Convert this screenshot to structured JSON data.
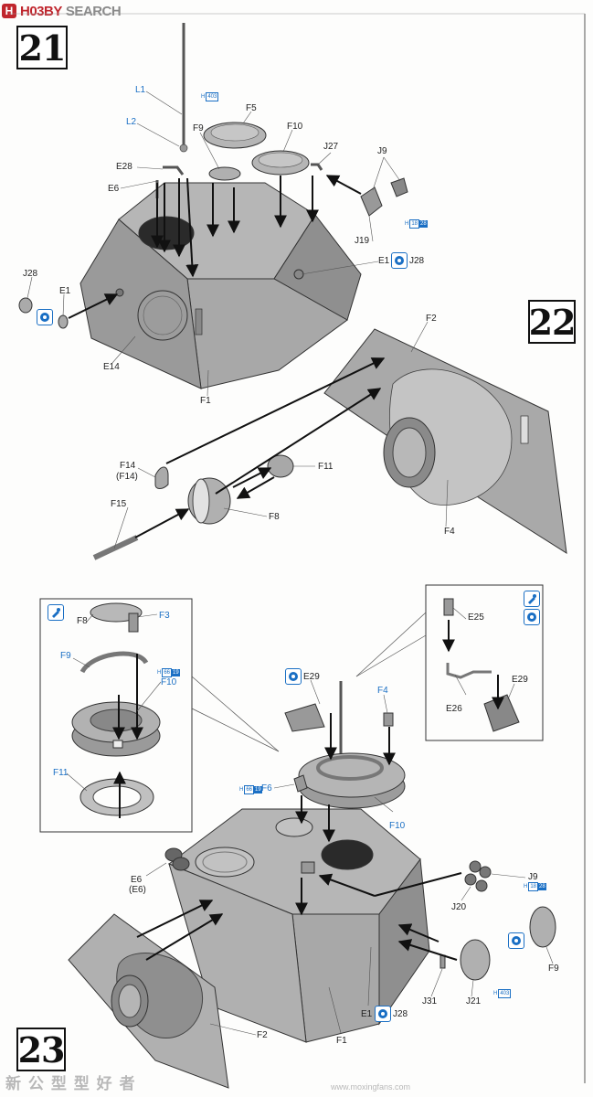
{
  "watermark": {
    "mark": "H",
    "brand": "H03BY",
    "suffix": "SEARCH"
  },
  "steps": {
    "s21": "21",
    "s22": "22",
    "s23": "23"
  },
  "footer": {
    "cn": "新 公 型 型 好 者",
    "url": "www.moxingfans.com"
  },
  "colors": {
    "part_gray": "#a3a3a3",
    "part_dark": "#8a8a8a",
    "callout_blue": "#1a6fc4",
    "arrow": "#111111"
  },
  "step21": {
    "L1": "L1",
    "L2": "L2",
    "F5": "F5",
    "F9": "F9",
    "F10": "F10",
    "J27": "J27",
    "J9": "J9",
    "E28": "E28",
    "E6": "E6",
    "J19": "J19",
    "E1": "E1",
    "J28": "J28",
    "J28b": "J28",
    "E1b": "E1",
    "E14": "E14",
    "F1": "F1",
    "paint_f5": {
      "prefix": "H",
      "code": "403"
    },
    "paint_j9": {
      "prefix": "H",
      "code1": "18",
      "code2": "28"
    }
  },
  "step22": {
    "F2": "F2",
    "F4": "F4",
    "F14": "F14",
    "F14b": "(F14)",
    "F11": "F11",
    "F15": "F15",
    "F8": "F8"
  },
  "step23": {
    "F8": "F8",
    "F3": "F3",
    "F9": "F9",
    "F10": "F10",
    "F11": "F11",
    "paint_f10": {
      "prefix": "H",
      "code1": "66",
      "code2": "19"
    },
    "E25": "E25",
    "E26": "E26",
    "E29": "E29",
    "E29b": "E29",
    "F4": "F4",
    "F6": "F6",
    "paint_f6": {
      "prefix": "H",
      "code1": "66",
      "code2": "19"
    },
    "F10b": "F10",
    "E6": "E6",
    "E6b": "(E6)",
    "J9": "J9",
    "paint_j9": {
      "prefix": "H",
      "code1": "18",
      "code2": "28"
    },
    "J20": "J20",
    "F9b": "F9",
    "J21": "J21",
    "paint_j21": {
      "prefix": "H",
      "code": "403"
    },
    "J31": "J31",
    "E1": "E1",
    "J28": "J28",
    "F1": "F1",
    "F2": "F2"
  }
}
